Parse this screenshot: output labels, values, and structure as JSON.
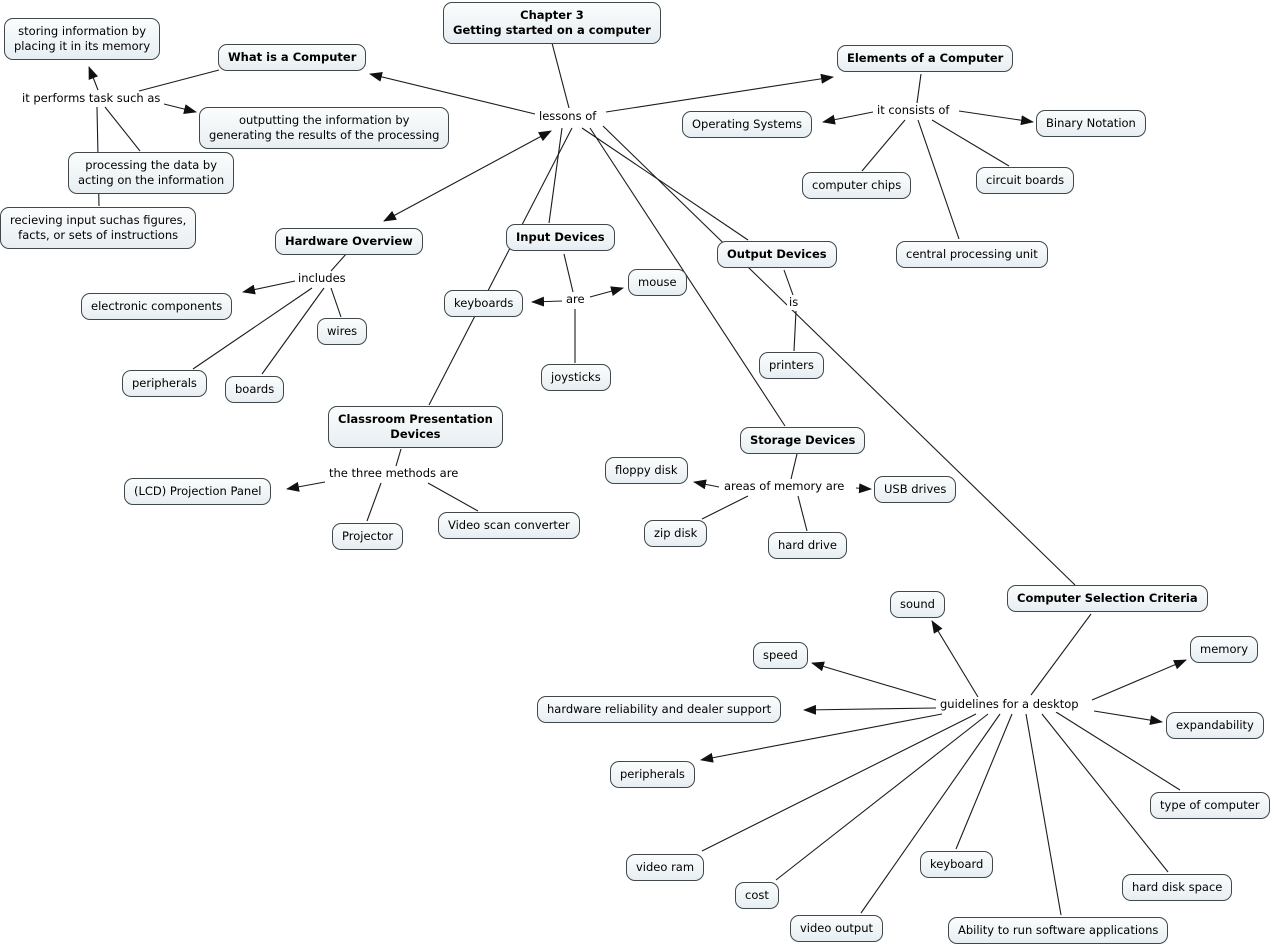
{
  "map_title": "Chapter 3 Getting started on a computer",
  "colors": {
    "background": "#ffffff",
    "concept_fill_top": "#fbfdfd",
    "concept_fill_bottom": "#e7eef2",
    "concept_border": "#40484b",
    "line": "#1c1c1c",
    "text": "#000000"
  },
  "nodes": {
    "chapter3": "Chapter 3\nGetting started on a computer",
    "what_is_computer": "What is a Computer",
    "elements": "Elements of a Computer",
    "storing": "storing information by\nplacing it in its memory",
    "outputting": "outputting the information by\ngenerating the results of the processing",
    "processing": "processing the data by\nacting on the information",
    "recieving": "recieving input suchas figures,\nfacts, or sets of instructions",
    "operating_systems": "Operating Systems",
    "binary_notation": "Binary Notation",
    "computer_chips": "computer chips",
    "circuit_boards": "circuit boards",
    "cpu": "central processing unit",
    "hardware_overview": "Hardware Overview",
    "input_devices": "Input Devices",
    "output_devices": "Output Devices",
    "mouse": "mouse",
    "electronic_components": "electronic components",
    "keyboards": "keyboards",
    "wires": "wires",
    "printers": "printers",
    "joysticks": "joysticks",
    "peripherals_hw": "peripherals",
    "boards": "boards",
    "classroom": "Classroom Presentation\nDevices",
    "storage_devices": "Storage Devices",
    "floppy_disk": "floppy disk",
    "lcd_panel": "(LCD) Projection Panel",
    "usb_drives": "USB drives",
    "zip_disk": "zip disk",
    "video_scan": "Video scan converter",
    "hard_drive": "hard drive",
    "projector": "Projector",
    "csc": "Computer Selection Criteria",
    "sound": "sound",
    "memory": "memory",
    "speed": "speed",
    "hw_reliability": "hardware reliability and dealer support",
    "expandability": "expandability",
    "peripherals_guidelines": "peripherals",
    "type_of_computer": "type of computer",
    "video_ram": "video ram",
    "keyboard": "keyboard",
    "cost": "cost",
    "hard_disk_space": "hard disk space",
    "video_output": "video output",
    "ability": "Ability to run software applications"
  },
  "linking_phrases": {
    "lessons_of": "lessons of",
    "it_performs": "it performs task such as",
    "it_consists": "it consists of",
    "includes": "includes",
    "are": "are",
    "is": "is",
    "three_methods": "the three methods are",
    "areas_of_memory": "areas of memory are",
    "guidelines": "guidelines for a desktop"
  },
  "propositions": [
    {
      "from": "Chapter 3 Getting started on a computer",
      "via": "lessons of",
      "to": [
        "What is a Computer",
        "Elements of a Computer",
        "Hardware Overview",
        "Input Devices",
        "Classroom Presentation Devices",
        "Output Devices",
        "Storage Devices",
        "Computer Selection Criteria"
      ]
    },
    {
      "from": "What is a Computer",
      "via": "it performs task such as",
      "to": [
        "storing information by placing it in its memory",
        "outputting the information by generating the results of the processing",
        "processing the data by acting on the information",
        "recieving input suchas figures, facts, or sets of instructions"
      ]
    },
    {
      "from": "Elements of a Computer",
      "via": "it consists of",
      "to": [
        "Operating Systems",
        "Binary Notation",
        "computer chips",
        "circuit boards",
        "central processing unit"
      ]
    },
    {
      "from": "Hardware Overview",
      "via": "includes",
      "to": [
        "electronic components",
        "wires",
        "peripherals",
        "boards"
      ]
    },
    {
      "from": "Input Devices",
      "via": "are",
      "to": [
        "keyboards",
        "mouse",
        "joysticks"
      ]
    },
    {
      "from": "Output Devices",
      "via": "is",
      "to": [
        "printers"
      ]
    },
    {
      "from": "Classroom Presentation Devices",
      "via": "the three methods are",
      "to": [
        "(LCD) Projection Panel",
        "Projector",
        "Video scan converter"
      ]
    },
    {
      "from": "Storage Devices",
      "via": "areas of memory are",
      "to": [
        "floppy disk",
        "USB drives",
        "zip disk",
        "hard drive"
      ]
    },
    {
      "from": "Computer Selection Criteria",
      "via": "guidelines for a desktop",
      "to": [
        "sound",
        "memory",
        "expandability",
        "speed",
        "hardware reliability and dealer support",
        "peripherals",
        "video ram",
        "cost",
        "video output",
        "keyboard",
        "Ability to run software applications",
        "hard disk space",
        "type of computer"
      ]
    }
  ]
}
